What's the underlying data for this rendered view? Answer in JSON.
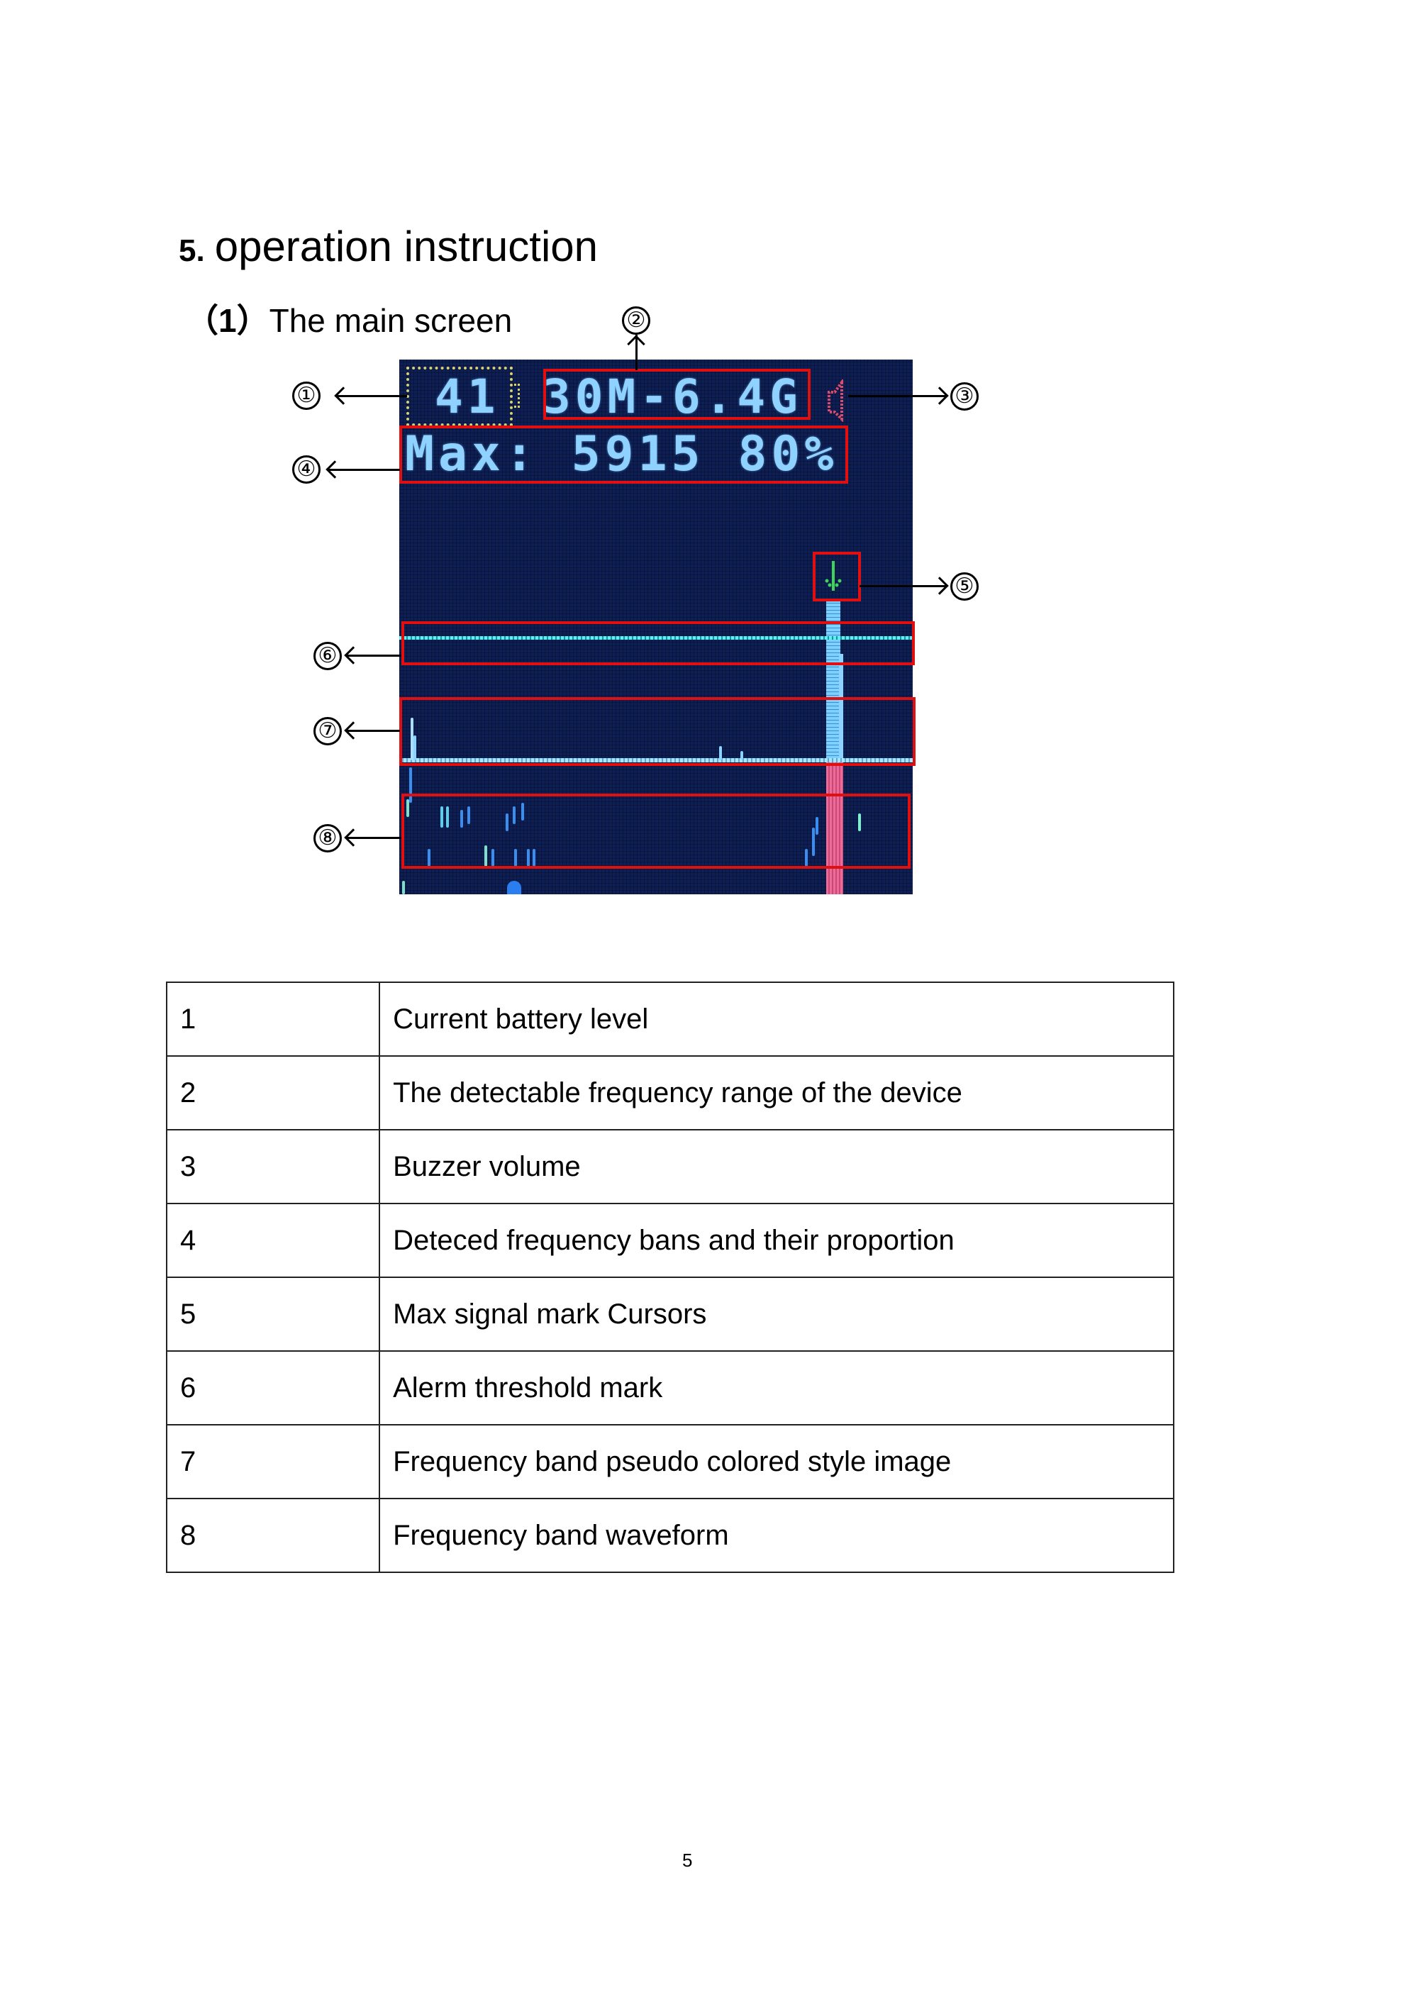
{
  "section": {
    "number": "5.",
    "title": "operation instruction"
  },
  "subsection": {
    "index": "（1）",
    "title": "The main screen"
  },
  "device_screen": {
    "battery_level": "41",
    "frequency_range": "30M-6.4G",
    "max_label": "Max:",
    "max_frequency": "5915",
    "max_proportion": "80%",
    "icons": {
      "battery": "battery-icon",
      "buzzer": "speaker-icon",
      "cursor": "down-arrow-cursor-icon"
    },
    "colors": {
      "background": "#0d1f55",
      "text": "#8fd2ff",
      "battery_frame": "#d8d26a",
      "speaker": "#e04a6a",
      "cursor": "#3fd35a",
      "threshold": "#5ff0ee",
      "waterfall_peak": "#f06a98",
      "annotation_box": "#e01010"
    }
  },
  "callouts": [
    {
      "label": "①",
      "target": "battery"
    },
    {
      "label": "②",
      "target": "frequency-range"
    },
    {
      "label": "③",
      "target": "buzzer-volume"
    },
    {
      "label": "④",
      "target": "max-readout"
    },
    {
      "label": "⑤",
      "target": "max-signal-cursor"
    },
    {
      "label": "⑥",
      "target": "alarm-threshold"
    },
    {
      "label": "⑦",
      "target": "spectrum"
    },
    {
      "label": "⑧",
      "target": "waterfall"
    }
  ],
  "legend_table": {
    "rows": [
      {
        "num": "1",
        "desc": "Current battery level"
      },
      {
        "num": "2",
        "desc": "The detectable frequency range of the device"
      },
      {
        "num": "3",
        "desc": "Buzzer volume"
      },
      {
        "num": "4",
        "desc": "Deteced frequency bans and their proportion"
      },
      {
        "num": "5",
        "desc": "Max signal mark Cursors"
      },
      {
        "num": "6",
        "desc": "Alerm threshold mark"
      },
      {
        "num": "7",
        "desc": "Frequency band pseudo colored style image"
      },
      {
        "num": "8",
        "desc": "Frequency band waveform"
      }
    ]
  },
  "page_number": "5"
}
